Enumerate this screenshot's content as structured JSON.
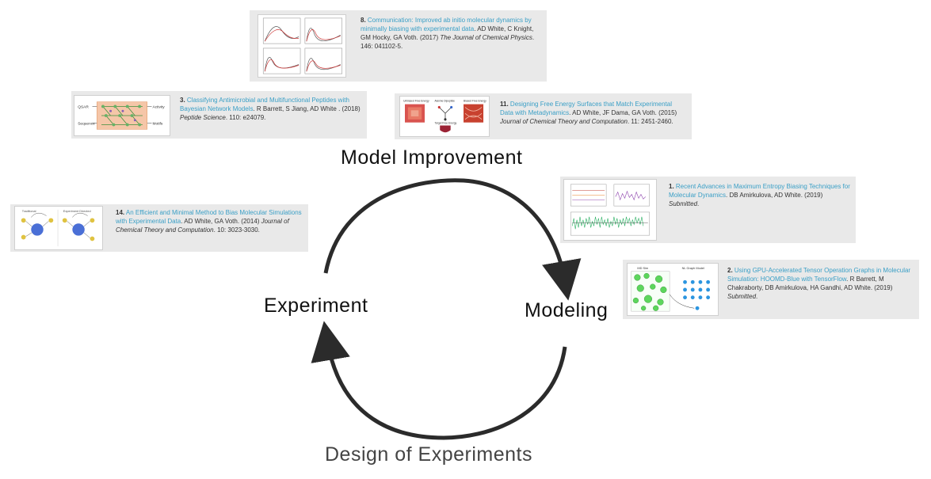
{
  "labels": {
    "top": "Model Improvement",
    "left": "Experiment",
    "right": "Modeling",
    "bottom": "Design of Experiments"
  },
  "colors": {
    "link": "#3a9fc6",
    "card_bg": "#e9e9e9",
    "arrow": "#2b2b2b",
    "bottom_label": "#444444"
  },
  "refs": {
    "r8": {
      "num": "8.",
      "title": "Communication: Improved ab initio molecular dynamics by minimally biasing with experimental data",
      "authors": ". AD White, C Knight, GM Hocky, GA Voth. (2017) ",
      "journal": "The Journal of Chemical Physics",
      "tail": ". 146: 041102-5."
    },
    "r3": {
      "num": "3.",
      "title": "Classifying Antimicrobial and Multifunctional Peptides with Bayesian Network Models",
      "authors": ". R Barrett, S Jiang, AD White . (2018) ",
      "journal": "Peptide Science",
      "tail": ". 110: e24079."
    },
    "r11": {
      "num": "11.",
      "title": "Designing Free Energy Surfaces that Match Experimental Data with Metadynamics",
      "authors": ". AD White, JF Dama, GA Voth. (2015) ",
      "journal": "Journal of Chemical Theory and Computation",
      "tail": ". 11: 2451-2460."
    },
    "r14": {
      "num": "14.",
      "title": "An Efficient and Minimal Method to Bias Molecular Simulations with Experimental Data",
      "authors": ". AD White, GA Voth. (2014) ",
      "journal": "Journal of Chemical Theory and Computation",
      "tail": ". 10: 3023-3030."
    },
    "r1": {
      "num": "1.",
      "title": "Recent Advances in Maximum Entropy Biasing Techniques for Molecular Dynamics",
      "authors": ". DB Amirkulova, AD White. (2019) ",
      "journal": "Submitted",
      "tail": "."
    },
    "r2": {
      "num": "2.",
      "title": "Using GPU-Accelerated Tensor Operation Graphs in Molecular Simulation: HOOMD-Blue with TensorFlow",
      "authors": ". R Barrett, M Chakraborty, DB Amirkulova, HA Gandhi, AD White. (2019) ",
      "journal": "Submitted",
      "tail": "."
    }
  },
  "thumbs": {
    "r3": {
      "left": "QSAR",
      "left2": "Sequence",
      "right": "Activity",
      "right2": "Motifs"
    },
    "r11": {
      "t1": "Unbiased Free Energy",
      "t2": "Alanine Dipeptide",
      "t3": "Biased Free Energy",
      "t4": "Target Free Energy"
    },
    "r14": {
      "t1": "Traditional",
      "t2": "Experiment Directed"
    },
    "r2": {
      "t1": "MD Sim",
      "t2": "NL Graph Model"
    }
  }
}
